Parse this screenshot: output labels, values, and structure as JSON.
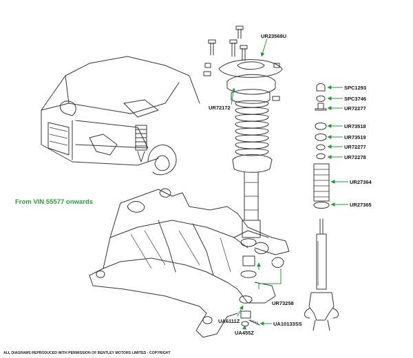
{
  "vin_note": "From VIN 55577 onwards",
  "copyright": "ALL DIAGRAMS REPRODUCED WITH PERMISSION OF BENTLEY MOTORS LIMITED - COPYRIGHT",
  "colors": {
    "leader": "#1f9a3a",
    "vin_text": "#2a9d3a",
    "ink": "#333333"
  },
  "callouts": {
    "ur23569u": "UR23569U",
    "ur72172": "UR72172",
    "spc1293": "SPC1293",
    "spc3746": "SPC3746",
    "ur72277a": "UR72277",
    "ur73518": "UR73518",
    "ur73519": "UR73519",
    "ur72277b": "UR72277",
    "ur72278": "UR72278",
    "ur27364": "UR27364",
    "ur27365": "UR27365",
    "ur73258": "UR73258",
    "ua6111z": "UA6111Z",
    "ua10133ss": "UA10133SS",
    "ua455z": "UA455Z"
  }
}
